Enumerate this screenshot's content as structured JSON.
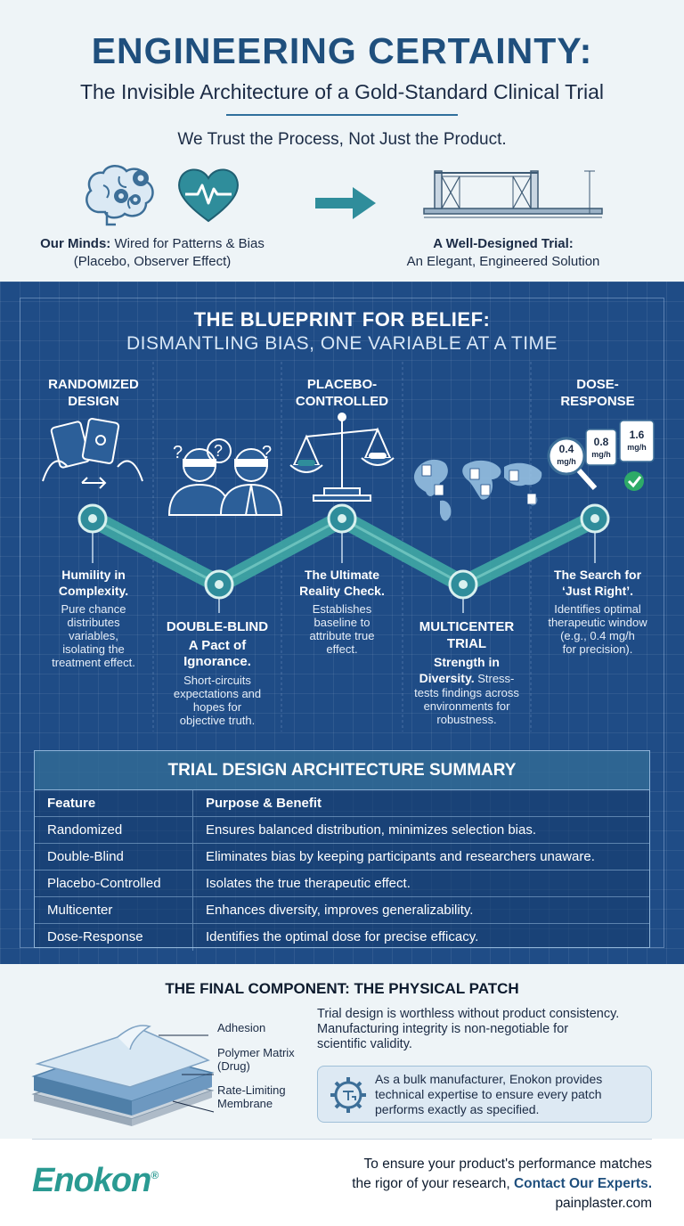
{
  "header": {
    "title": "ENGINEERING CERTAINTY:",
    "subtitle": "The Invisible Architecture of a Gold-Standard Clinical Trial",
    "tagline": "We Trust the Process, Not Just the Product.",
    "minds_bold": "Our Minds:",
    "minds_rest": " Wired for Patterns & Bias",
    "minds_line2": "(Placebo, Observer Effect)",
    "trial_bold": "A Well-Designed Trial:",
    "trial_line2": "An Elegant, Engineered Solution"
  },
  "blueprint": {
    "title": "THE BLUEPRINT FOR BELIEF:",
    "subtitle": "DISMANTLING BIAS, ONE VARIABLE AT A TIME",
    "randomized": {
      "label1": "RANDOMIZED",
      "label2": "DESIGN",
      "head1": "Humility in",
      "head2": "Complexity.",
      "desc": [
        "Pure chance",
        "distributes",
        "variables,",
        "isolating the",
        "treatment effect."
      ]
    },
    "double_blind": {
      "label": "DOUBLE-BLIND",
      "head1": "A Pact of",
      "head2": "Ignorance.",
      "desc": [
        "Short-circuits",
        "expectations and",
        "hopes for",
        "objective truth."
      ]
    },
    "placebo": {
      "label1": "PLACEBO-",
      "label2": "CONTROLLED",
      "head1": "The Ultimate",
      "head2": "Reality Check.",
      "desc": [
        "Establishes",
        "baseline to",
        "attribute true",
        "effect."
      ]
    },
    "multicenter": {
      "label1": "MULTICENTER",
      "label2": "TRIAL",
      "head1": "Strength in",
      "head2_bold": "Diversity.",
      "head2_rest": " Stress-",
      "desc": [
        "tests findings across",
        "environments for",
        "robustness."
      ]
    },
    "dose": {
      "label1": "DOSE-",
      "label2": "RESPONSE",
      "head1": "The Search for",
      "head2": "‘Just Right’.",
      "desc": [
        "Identifies optimal",
        "therapeutic window",
        "(e.g., 0.4 mg/h",
        "for precision)."
      ],
      "card1_value": "0.4",
      "card1_unit": "mg/h",
      "card2_value": "0.8",
      "card2_unit": "mg/h",
      "card3_value": "1.6",
      "card3_unit": "mg/h"
    }
  },
  "summary": {
    "title": "TRIAL DESIGN ARCHITECTURE SUMMARY",
    "col1": "Feature",
    "col2": "Purpose & Benefit",
    "rows": [
      {
        "feature": "Randomized",
        "purpose": "Ensures balanced distribution, minimizes selection bias."
      },
      {
        "feature": "Double-Blind",
        "purpose": "Eliminates bias by keeping participants and researchers unaware."
      },
      {
        "feature": "Placebo-Controlled",
        "purpose": "Isolates the true therapeutic effect."
      },
      {
        "feature": "Multicenter",
        "purpose": "Enhances diversity, improves generalizability."
      },
      {
        "feature": "Dose-Response",
        "purpose": "Identifies the optimal dose for precise efficacy."
      }
    ]
  },
  "patch": {
    "title": "THE FINAL COMPONENT: THE PHYSICAL PATCH",
    "layer1": "Adhesion",
    "layer2a": "Polymer Matrix",
    "layer2b": "(Drug)",
    "layer3a": "Rate-Limiting",
    "layer3b": "Membrane",
    "desc1": "Trial design is worthless without product consistency.",
    "desc2": "Manufacturing integrity is non-negotiable for",
    "desc3": "scientific validity.",
    "callout1": "As a bulk manufacturer, Enokon provides",
    "callout2": "technical expertise to ensure every patch",
    "callout3": "performs exactly as specified."
  },
  "footer": {
    "brand": "Enokon",
    "brand_mark": "®",
    "cta1": "To ensure your product's performance matches",
    "cta2": "the rigor of your research, ",
    "cta_link": "Contact Our Experts.",
    "url": "painplaster.com"
  },
  "colors": {
    "title_blue": "#1f4f7d",
    "blueprint_bg": "#1f4c86",
    "teal": "#2a9a92",
    "path_teal": "#3fa7a4"
  }
}
